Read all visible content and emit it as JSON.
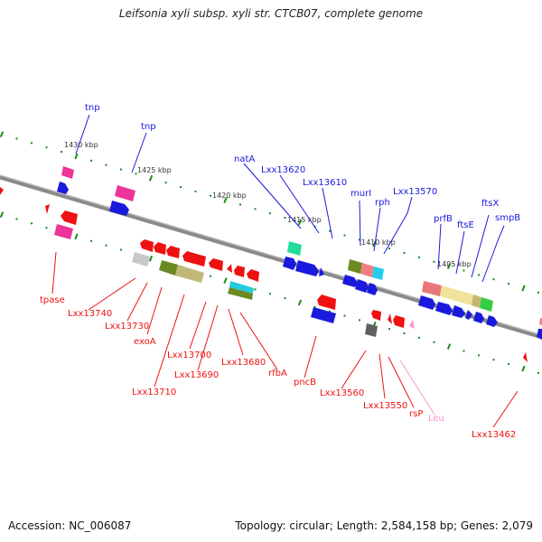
{
  "title": "Leifsonia xyli subsp. xyli str. CTCB07, complete genome",
  "footer": {
    "accession": "Accession: NC_006087",
    "summary": "Topology: circular; Length: 2,584,158 bp; Genes: 2,079"
  },
  "colors": {
    "forward_label": "#1a1adf",
    "reverse_label": "#ee1111",
    "trna_label": "#f598c8",
    "backbone": "#808080",
    "tick": "#1a8a1a"
  },
  "kbp_marks": [
    {
      "label": "1430 kbp"
    },
    {
      "label": "1425 kbp"
    },
    {
      "label": "1420 kbp"
    },
    {
      "label": "1415 kbp"
    },
    {
      "label": "1410 kbp"
    },
    {
      "label": "1405 kbp"
    }
  ],
  "forward_genes": [
    {
      "name": "tnp"
    },
    {
      "name": "tnp"
    },
    {
      "name": "natA"
    },
    {
      "name": "Lxx13620"
    },
    {
      "name": "Lxx13610"
    },
    {
      "name": "murI"
    },
    {
      "name": "rph"
    },
    {
      "name": "Lxx13570"
    },
    {
      "name": "prfB"
    },
    {
      "name": "ftsE"
    },
    {
      "name": "ftsX"
    },
    {
      "name": "smpB"
    }
  ],
  "reverse_genes": [
    {
      "name": "tpase"
    },
    {
      "name": "Lxx13740"
    },
    {
      "name": "Lxx13730"
    },
    {
      "name": "exoA"
    },
    {
      "name": "Lxx13710"
    },
    {
      "name": "Lxx13700"
    },
    {
      "name": "Lxx13690"
    },
    {
      "name": "Lxx13680"
    },
    {
      "name": "rfbA"
    },
    {
      "name": "pncB"
    },
    {
      "name": "Lxx13560"
    },
    {
      "name": "Lxx13550"
    },
    {
      "name": "rsP"
    },
    {
      "name": "Leu"
    },
    {
      "name": "Lxx13462"
    }
  ]
}
